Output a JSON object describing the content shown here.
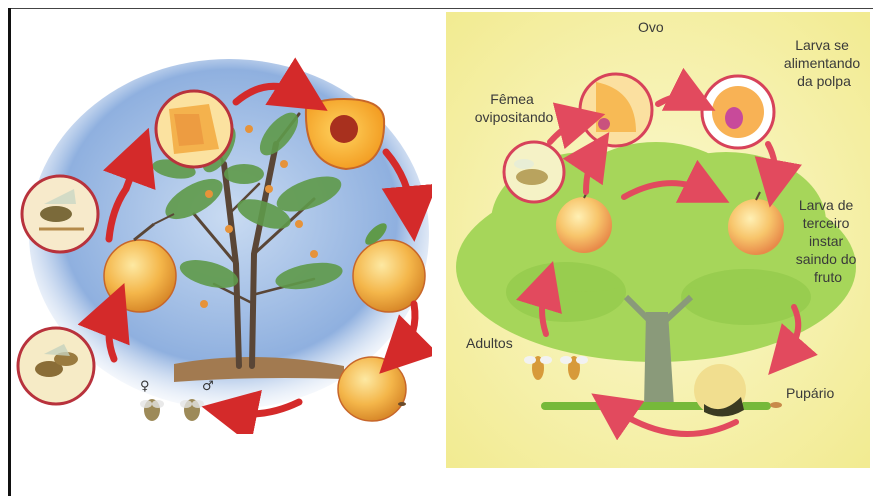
{
  "left_diagram": {
    "female_symbol": "♀",
    "male_symbol": "♂"
  },
  "right_diagram": {
    "labels": {
      "egg": "Ovo",
      "female": "Fêmea\novipositando",
      "larva_feeding": "Larva se\nalimentando\nda polpa",
      "larva_exiting": "Larva de\nterceiro\ninstar\nsaindo do\nfruto",
      "adults": "Adultos",
      "puparium": "Pupário"
    }
  },
  "colors": {
    "arrow_red": "#d42a2a",
    "circle_border": "#b8323c",
    "right_bg": "#f7f3b0",
    "tree_green": "#a6d65a",
    "left_sky": "#9ab8e0"
  }
}
